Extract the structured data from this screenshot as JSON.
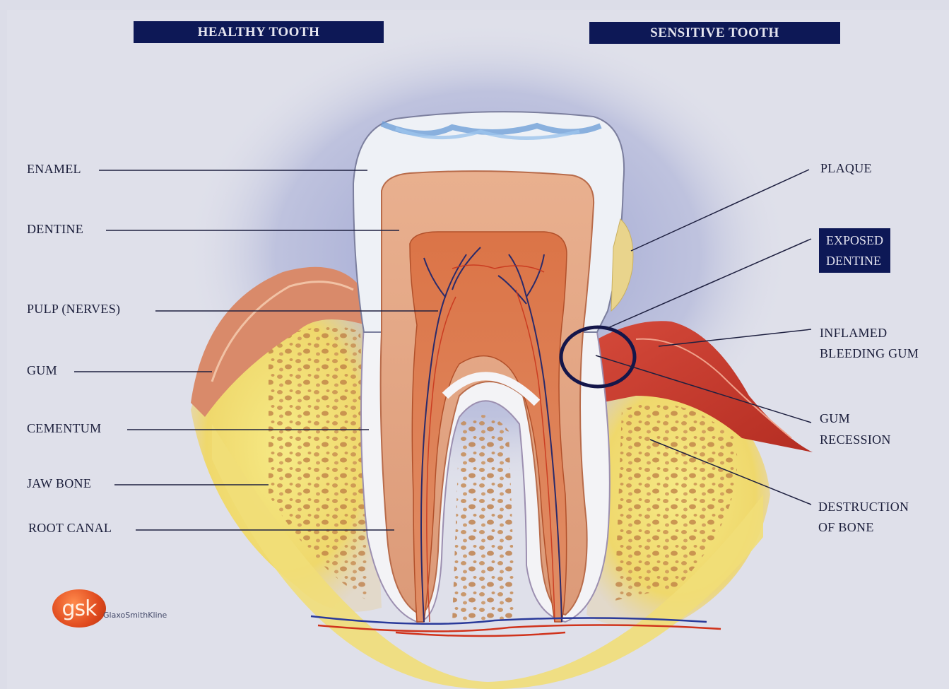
{
  "banners": {
    "left": "HEALTHY TOOTH",
    "right": "SENSITIVE TOOTH"
  },
  "labels_left": {
    "enamel": "ENAMEL",
    "dentine": "DENTINE",
    "pulp": "PULP (NERVES)",
    "gum": "GUM",
    "cementum": "CEMENTUM",
    "jaw_bone": "JAW BONE",
    "root_canal": "ROOT CANAL"
  },
  "labels_right": {
    "plaque": "PLAQUE",
    "exposed_line1": "EXPOSED",
    "exposed_line2": "DENTINE",
    "inflamed_line1": "INFLAMED",
    "inflamed_line2": "BLEEDING GUM",
    "recession_line1": "GUM",
    "recession_line2": "RECESSION",
    "destruction_line1": "DESTRUCTION",
    "destruction_line2": "OF BONE"
  },
  "logo": {
    "mark": "gsk",
    "name": "GlaxoSmithKline"
  },
  "colors": {
    "banner": "#0d1856",
    "background": "#dcdde8",
    "halo": "#9ca3d2",
    "enamel": "#eef1f6",
    "dentine": "#e4a583",
    "pulp": "#d2653c",
    "gum_healthy": "#d98a6a",
    "gum_inflamed": "#c83a2a",
    "bone": "#f2e27a",
    "marker_circle": "#14164a"
  }
}
